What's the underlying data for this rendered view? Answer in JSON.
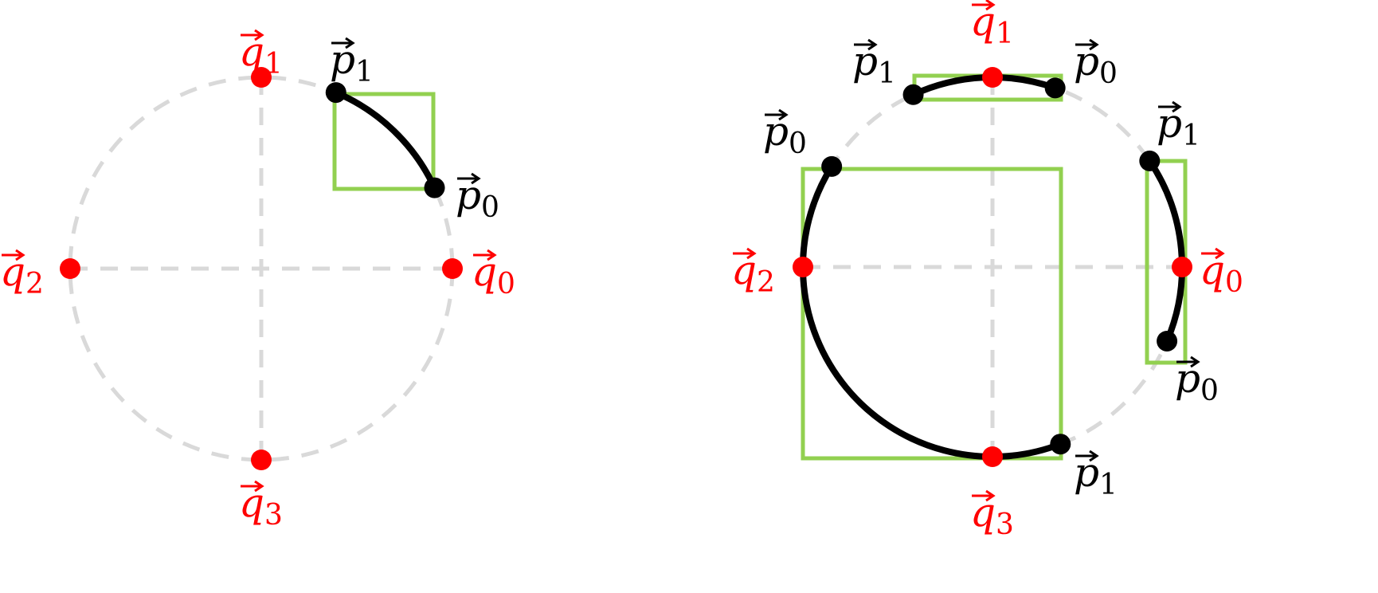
{
  "colors": {
    "guide": "#d9d9d9",
    "q_point": "#ff0000",
    "p_point": "#000000",
    "arc": "#000000",
    "bbox": "#92d050"
  },
  "left_diagram": {
    "q_labels": [
      {
        "base": "q",
        "sub": "0"
      },
      {
        "base": "q",
        "sub": "1"
      },
      {
        "base": "q",
        "sub": "2"
      },
      {
        "base": "q",
        "sub": "3"
      }
    ],
    "p_labels": [
      {
        "base": "p",
        "sub": "0"
      },
      {
        "base": "p",
        "sub": "1"
      }
    ]
  },
  "right_diagram": {
    "q_labels": [
      {
        "base": "q",
        "sub": "0"
      },
      {
        "base": "q",
        "sub": "1"
      },
      {
        "base": "q",
        "sub": "2"
      },
      {
        "base": "q",
        "sub": "3"
      }
    ],
    "arcs": [
      {
        "p_labels": [
          {
            "base": "p",
            "sub": "0"
          },
          {
            "base": "p",
            "sub": "1"
          }
        ]
      },
      {
        "p_labels": [
          {
            "base": "p",
            "sub": "0"
          },
          {
            "base": "p",
            "sub": "1"
          }
        ]
      },
      {
        "p_labels": [
          {
            "base": "p",
            "sub": "0"
          },
          {
            "base": "p",
            "sub": "1"
          }
        ]
      }
    ]
  }
}
